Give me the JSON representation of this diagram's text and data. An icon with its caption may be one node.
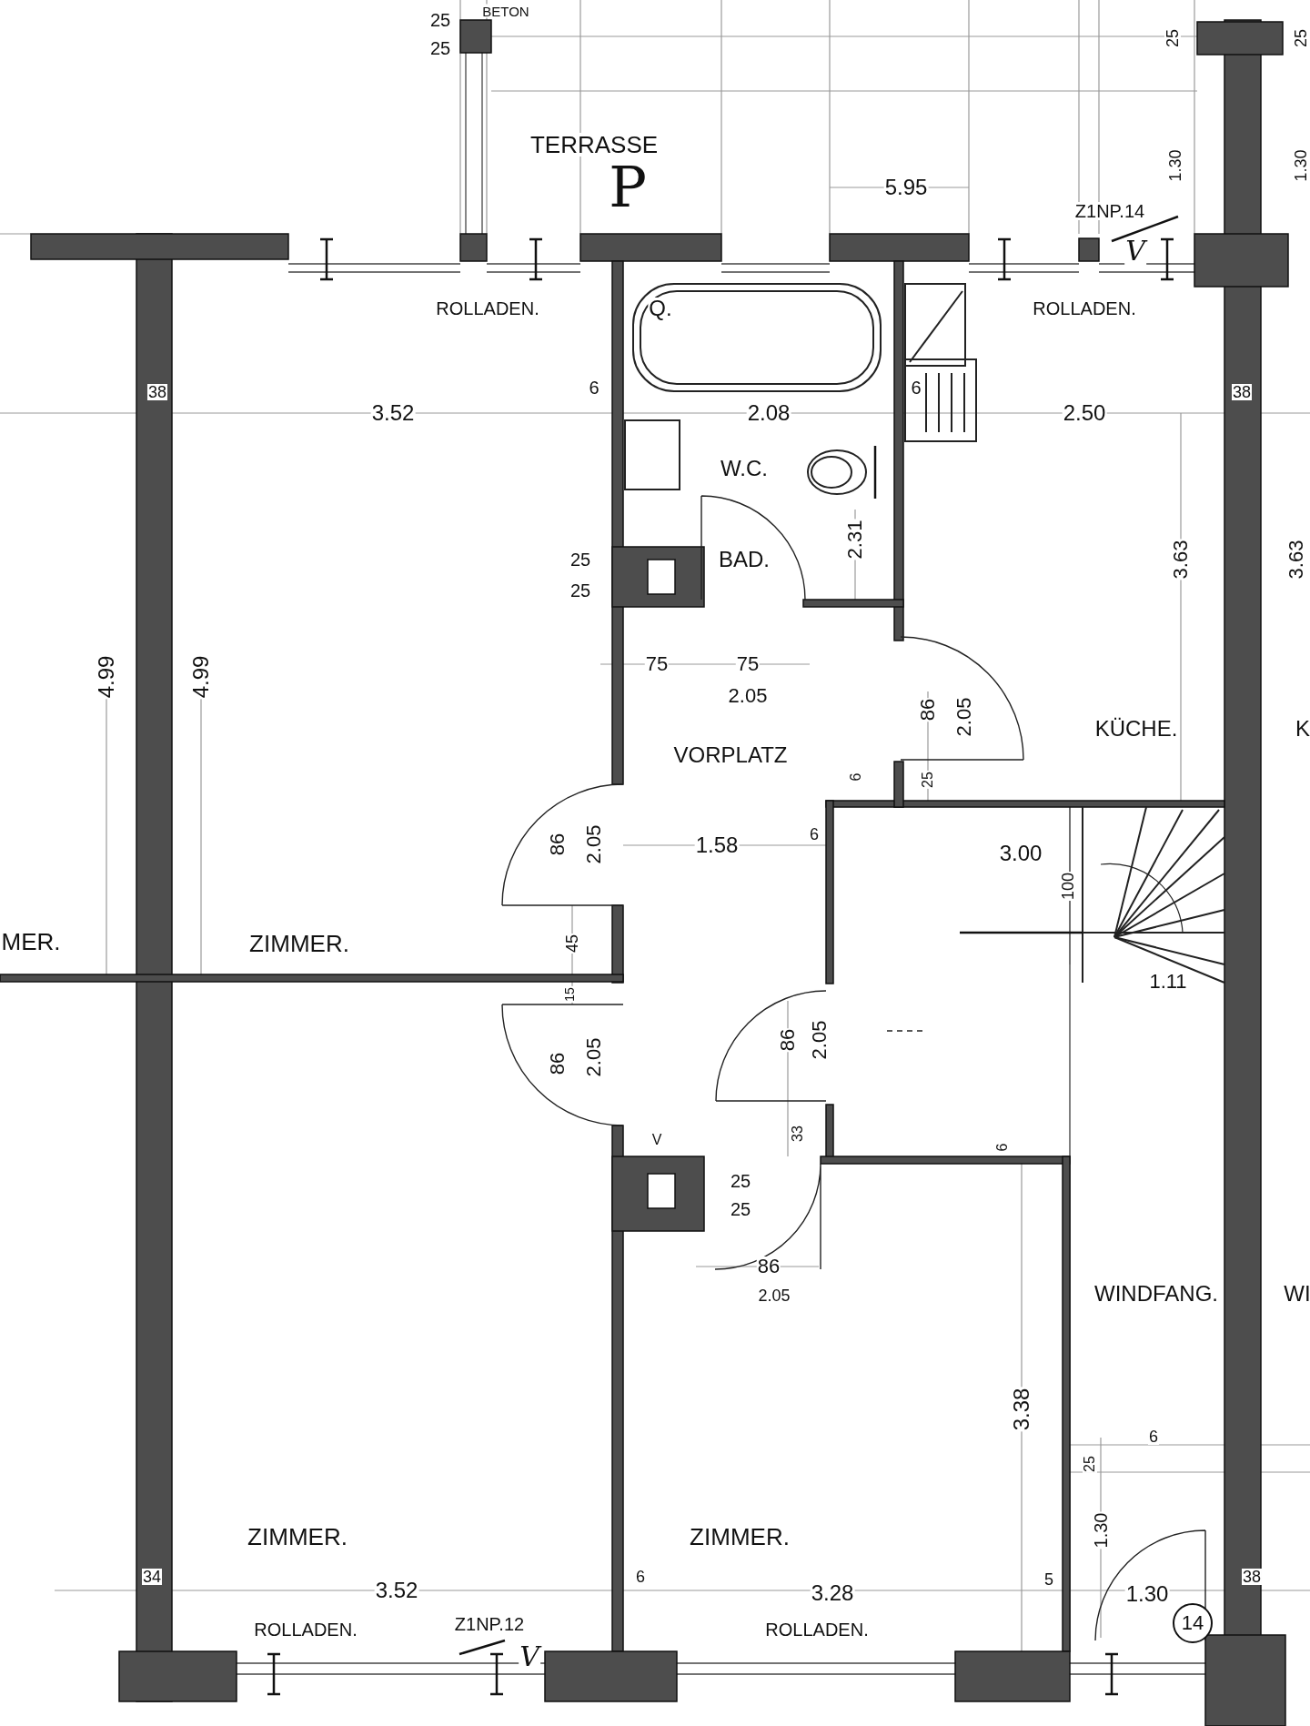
{
  "diagram": {
    "nodes": [
      {
        "text": [
          "14"
        ]
      }
    ],
    "labels": [
      "25",
      "BETON",
      "25",
      "25",
      "25",
      "TERRASSE",
      "P",
      "1.30",
      "1.30",
      "5.95",
      "Z1NP.14",
      "V",
      "ROLLADEN.",
      "Q.",
      "ROLLADEN.",
      "38",
      "6",
      "6",
      "38",
      "3.52",
      "2.08",
      "2.50",
      "W.C.",
      "2.31",
      "25",
      "BAD.",
      "3.63",
      "3.63",
      "25",
      "75",
      "75",
      "4.99",
      "4.99",
      "2.05",
      "86",
      "2.05",
      "KÜCHE.",
      "K",
      "VORPLATZ",
      "6",
      "25",
      "6",
      "86",
      "2.05",
      "1.58",
      "3.00",
      "100",
      "MER.",
      "ZIMMER.",
      "45",
      "1.11",
      "15",
      "86",
      "2.05",
      "86",
      "2.05",
      "33",
      "V",
      "6",
      "25",
      "25",
      "86",
      "2.05",
      "WINDFANG.",
      "WI",
      "3.38",
      "6",
      "25",
      "1.30",
      "ZIMMER.",
      "ZIMMER.",
      "34",
      "6",
      "5",
      "38",
      "3.52",
      "3.28",
      "1.30",
      "ROLLADEN.",
      "Z1NP.12",
      "ROLLADEN.",
      "V"
    ]
  }
}
